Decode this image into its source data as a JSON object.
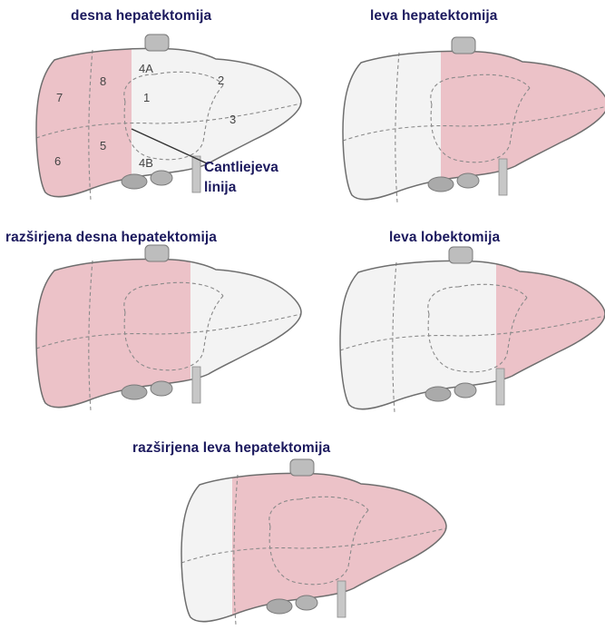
{
  "panels": [
    {
      "id": "desna",
      "title": "desna hepatektomija"
    },
    {
      "id": "leva",
      "title": "leva hepatektomija"
    },
    {
      "id": "razsirjena-desna",
      "title": "razširjena desna hepatektomija"
    },
    {
      "id": "leva-lobektomija",
      "title": "leva lobektomija"
    },
    {
      "id": "razsirjena-leva",
      "title": "razširjena leva hepatektomija"
    }
  ],
  "segments": {
    "s7": "7",
    "s8": "8",
    "s4a": "4A",
    "s1": "1",
    "s2": "2",
    "s3": "3",
    "s6": "6",
    "s5": "5",
    "s4b": "4B"
  },
  "annotation": {
    "line1": "Cantliejeva",
    "line2": "linija"
  },
  "colors": {
    "resected": "#ecc2c8",
    "remnant": "#f3f3f3",
    "outline": "#6e6e6e",
    "dashed": "#8a8a8a",
    "vessel": "#9a9a9a",
    "title": "#1c1a5e"
  },
  "icons": [
    "liver-diagram-icon"
  ]
}
